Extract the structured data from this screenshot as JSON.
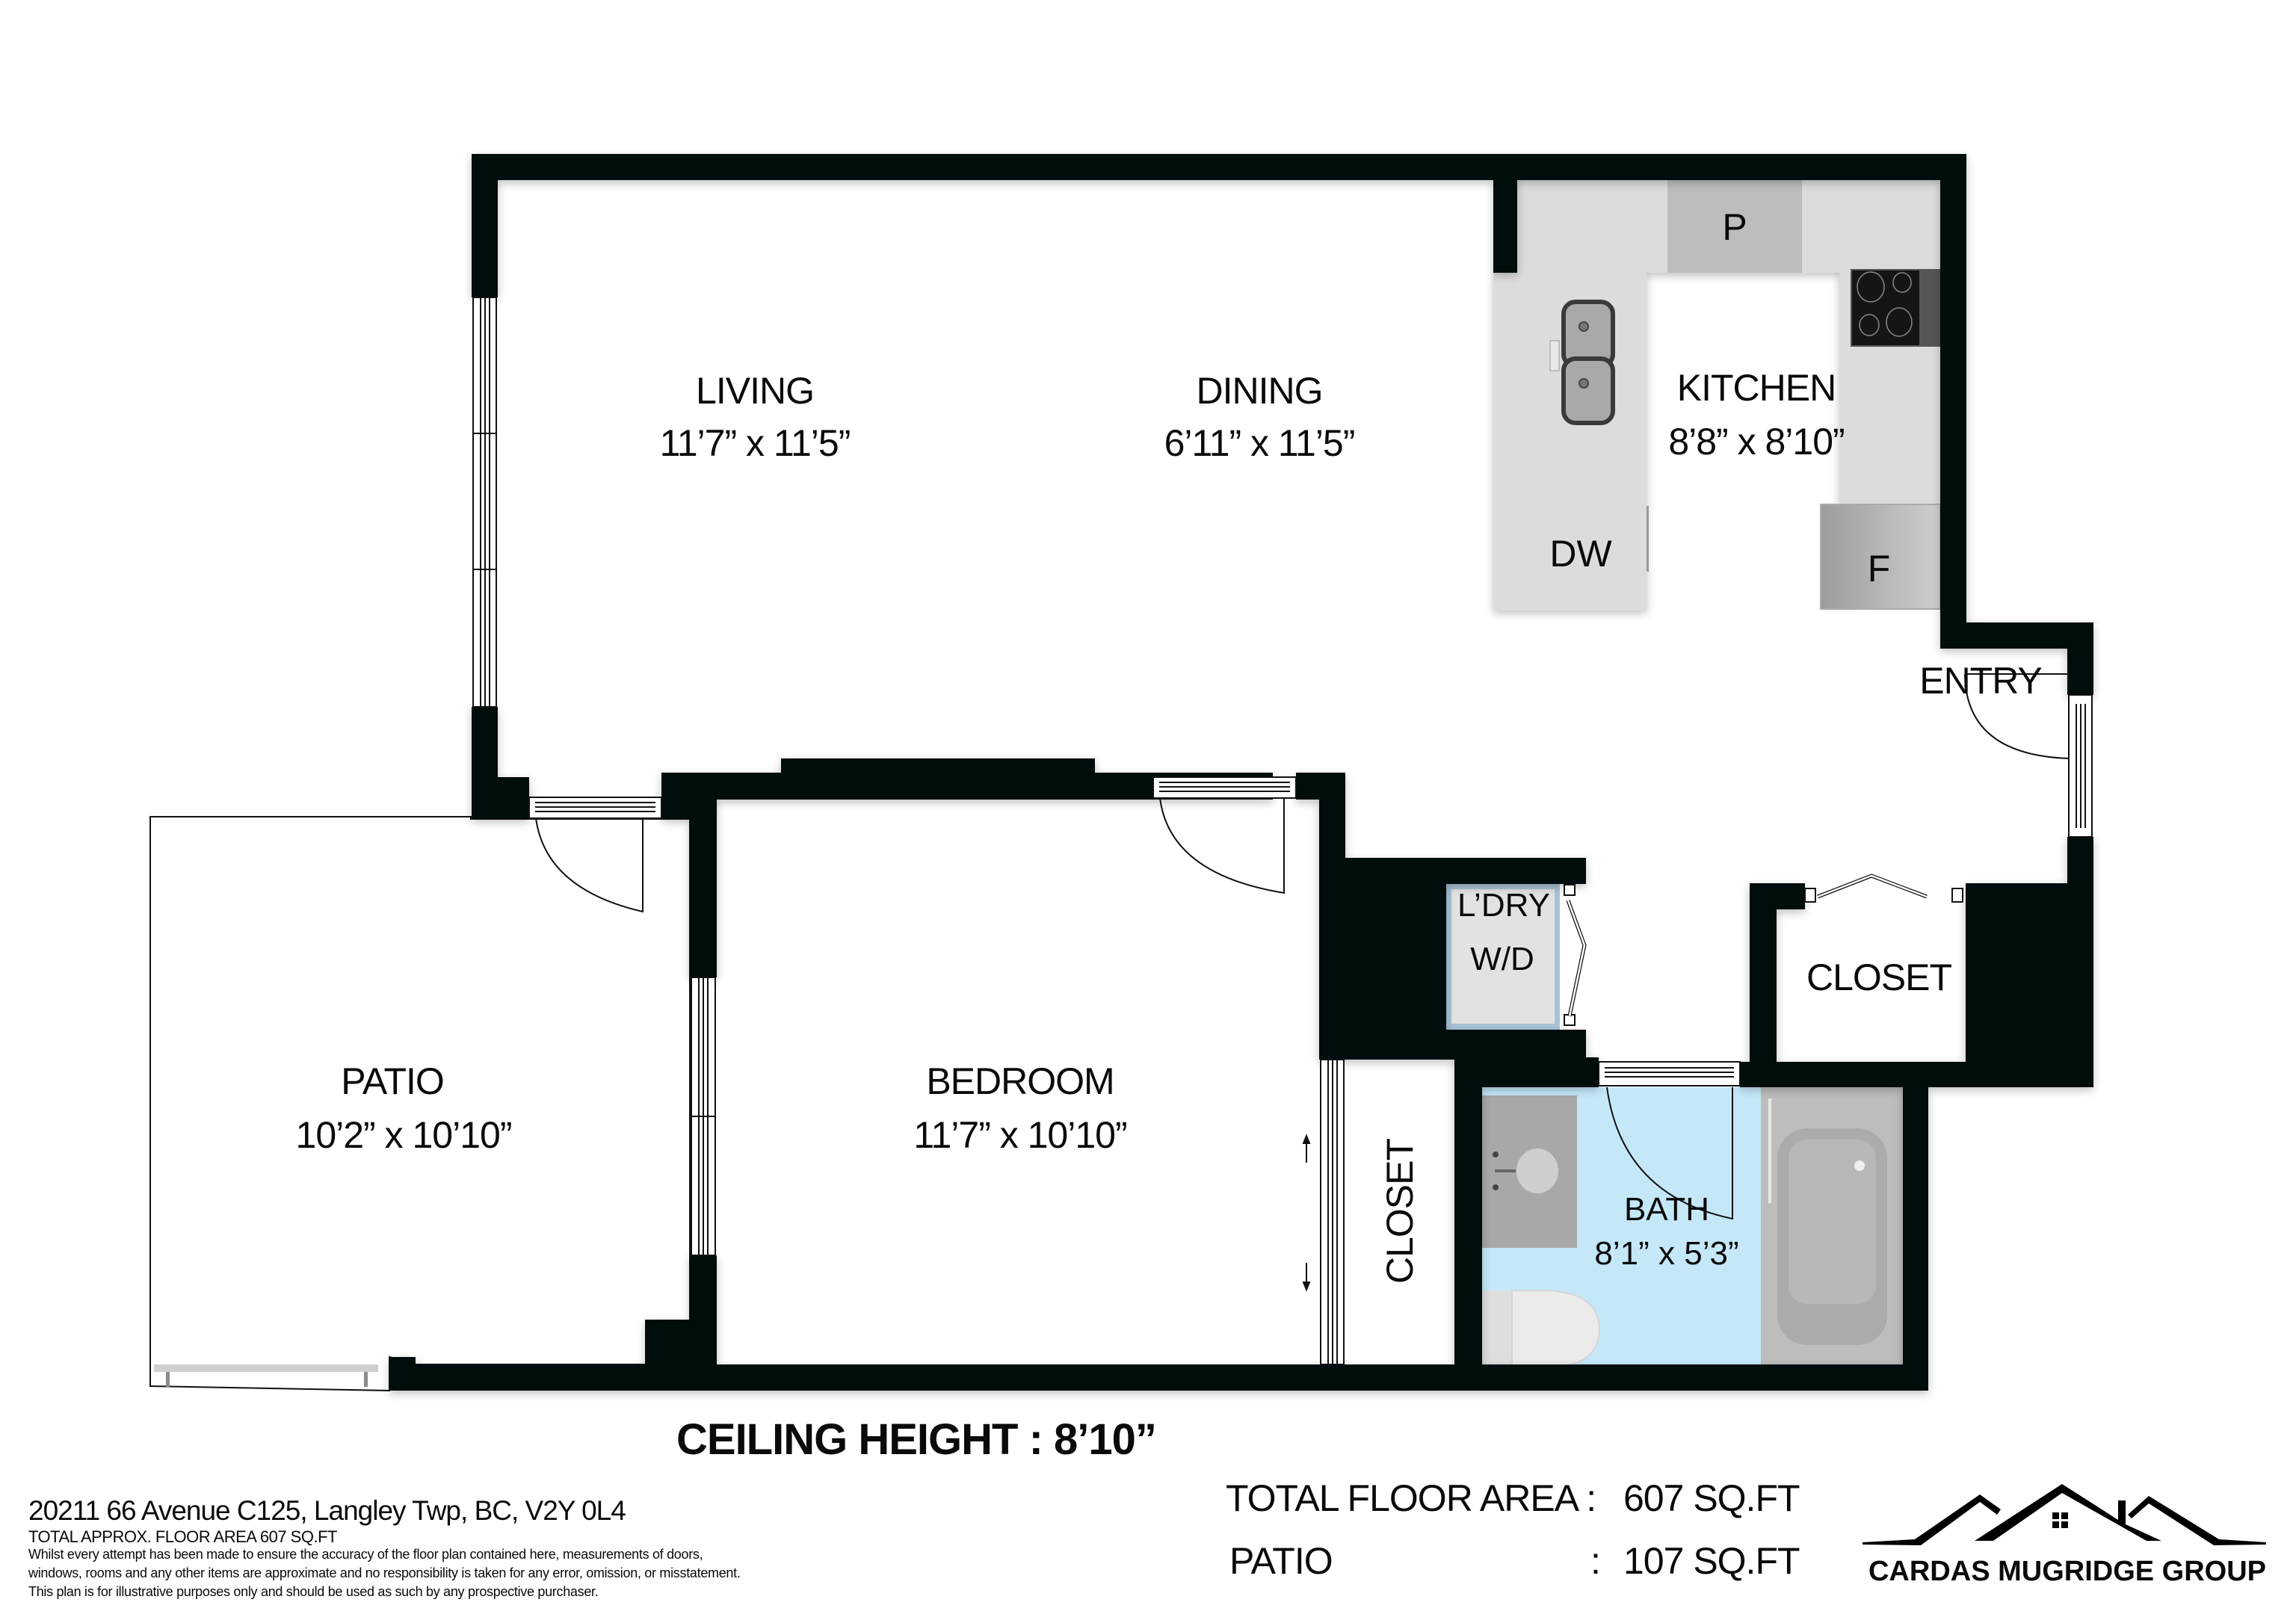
{
  "rooms": {
    "living": {
      "name": "LIVING",
      "dims": "11’7” x 11’5”"
    },
    "dining": {
      "name": "DINING",
      "dims": "6’11” x 11’5”"
    },
    "kitchen": {
      "name": "KITCHEN",
      "dims": "8’8” x 8’10”"
    },
    "entry": {
      "name": "ENTRY"
    },
    "patio": {
      "name": "PATIO",
      "dims": "10’2” x 10’10”"
    },
    "bedroom": {
      "name": "BEDROOM",
      "dims": "11’7” x 10’10”"
    },
    "bedroom_closet": {
      "name": "CLOSET"
    },
    "entry_closet": {
      "name": "CLOSET"
    },
    "laundry": {
      "name": "L’DRY",
      "appliance": "W/D"
    },
    "bath": {
      "name": "BATH",
      "dims": "8’1” x 5’3”"
    }
  },
  "fixtures": {
    "pantry": "P",
    "dishwasher": "DW",
    "fridge": "F"
  },
  "ceiling_height": "CEILING HEIGHT : 8’10”",
  "footer": {
    "address": "20211 66 Avenue C125, Langley Twp, BC, V2Y 0L4",
    "approx_area": "TOTAL APPROX. FLOOR AREA 607 SQ.FT",
    "disclaimer": [
      "Whilst every attempt has been made to ensure the accuracy of the floor plan contained here, measurements of doors,",
      "windows, rooms and any other items are approximate and no responsibility is taken for any error, omission, or misstatement.",
      "This plan is for illustrative purposes only and should be used as such by any prospective purchaser."
    ]
  },
  "totals": {
    "floor_label": "TOTAL FLOOR AREA :",
    "floor_value": "607 SQ.FT",
    "patio_label": "PATIO",
    "patio_colon": ":",
    "patio_value": "107 SQ.FT"
  },
  "brand": {
    "name": "CARDAS MUGRIDGE GROUP",
    "logo_icon": "house-rooflines-icon"
  },
  "colors": {
    "wall": "#060708",
    "bath_floor": "#c5e8f9",
    "counter": "#dcdcdc",
    "pantry": "#bdbdbd",
    "appliance": "#b8b8b8",
    "cooktop": "#151515"
  }
}
